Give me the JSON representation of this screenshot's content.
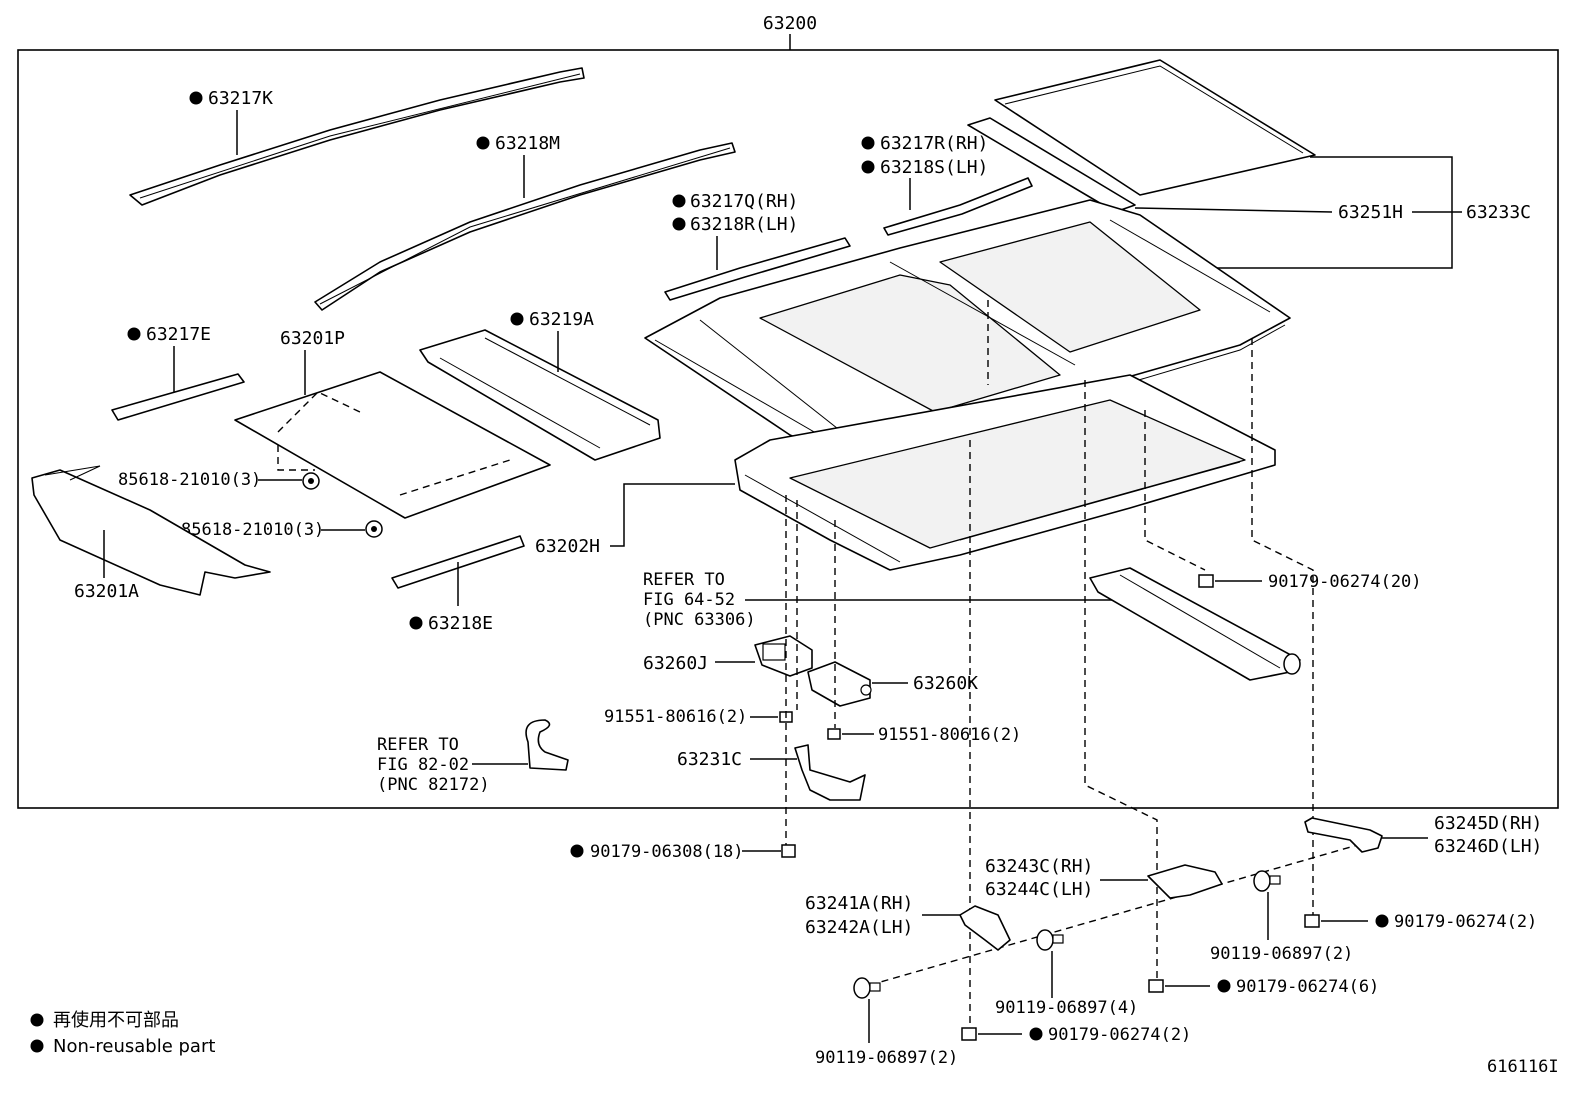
{
  "diagram_id": "616116I",
  "labels": {
    "assembly": "63200",
    "p63217K": "63217K",
    "p63218M": "63218M",
    "p63217R": "63217R(RH)",
    "p63218S": "63218S(LH)",
    "p63217Q": "63217Q(RH)",
    "p63218R": "63218R(LH)",
    "p63251H": "63251H",
    "p63233C": "63233C",
    "p63217E": "63217E",
    "p63201P": "63201P",
    "p63219A": "63219A",
    "clip1": "85618-21010(3)",
    "clip2": "85618-21010(3)",
    "p63201A": "63201A",
    "p63202H": "63202H",
    "p63218E": "63218E",
    "refer1_line1": "REFER TO",
    "refer1_line2": "FIG 64-52",
    "refer1_line3": "(PNC 63306)",
    "nut20": "90179-06274(20)",
    "p63260J": "63260J",
    "p63260K": "63260K",
    "bolt1": "91551-80616(2)",
    "bolt2": "91551-80616(2)",
    "refer2_line1": "REFER TO",
    "refer2_line2": "FIG 82-02",
    "refer2_line3": "(PNC 82172)",
    "p63231C": "63231C",
    "nut18": "90179-06308(18)",
    "p63245D": "63245D(RH)",
    "p63246D": "63246D(LH)",
    "p63243C": "63243C(RH)",
    "p63244C": "63244C(LH)",
    "p63241A": "63241A(RH)",
    "p63242A": "63242A(LH)",
    "nut2a": "90179-06274(2)",
    "screw2a": "90119-06897(2)",
    "nut6": "90179-06274(6)",
    "screw4": "90119-06897(4)",
    "nut2b": "90179-06274(2)",
    "screw2b": "90119-06897(2)"
  },
  "legend": {
    "jp": "再使用不可部品",
    "en": "Non-reusable part"
  },
  "colors": {
    "ink": "#000000",
    "background": "#ffffff"
  }
}
